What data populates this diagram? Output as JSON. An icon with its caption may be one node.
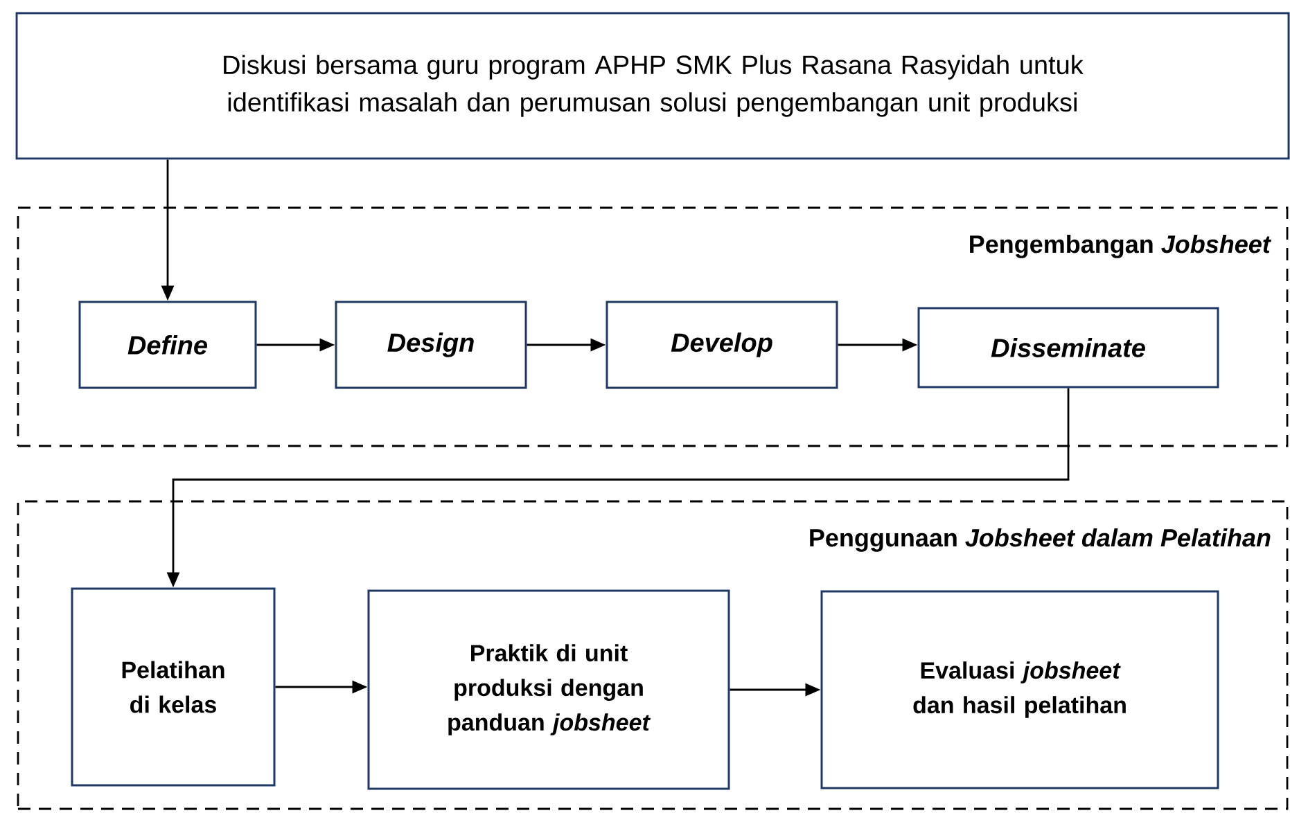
{
  "diagram": {
    "nodes": [
      {
        "text": [
          "Diskusi bersama guru program APHP SMK Plus Rasana Rasyidah untuk identifikasi masalah dan perumusan solusi pengembangan unit produksi"
        ]
      },
      {
        "text": [
          "Pengembangan *Jobsheet*"
        ]
      },
      {
        "text": [
          "Define"
        ],
        "in": 1
      },
      {
        "text": [
          "Design"
        ],
        "in": 1
      },
      {
        "text": [
          "Develop"
        ],
        "in": 1
      },
      {
        "text": [
          "Disseminate"
        ],
        "in": 1
      },
      {
        "text": [
          "Penggunaan *Jobsheet dalam Pelatihan*"
        ]
      },
      {
        "text": [
          "Pelatihan di kelas"
        ],
        "in": 6
      },
      {
        "text": [
          "Praktik di unit produksi dengan panduan *jobsheet*"
        ],
        "in": 6
      },
      {
        "text": [
          "Evaluasi *jobsheet* dan hasil pelatihan"
        ],
        "in": 6
      }
    ],
    "edges": [
      {
        "from": 0,
        "to": 2,
        "arrow": "to"
      },
      {
        "from": 2,
        "to": 3,
        "arrow": "to"
      },
      {
        "from": 3,
        "to": 4,
        "arrow": "to"
      },
      {
        "from": 4,
        "to": 5,
        "arrow": "to"
      },
      {
        "from": 5,
        "to": 7,
        "arrow": "to"
      },
      {
        "from": 7,
        "to": 8,
        "arrow": "to"
      },
      {
        "from": 8,
        "to": 9,
        "arrow": "to"
      }
    ]
  }
}
